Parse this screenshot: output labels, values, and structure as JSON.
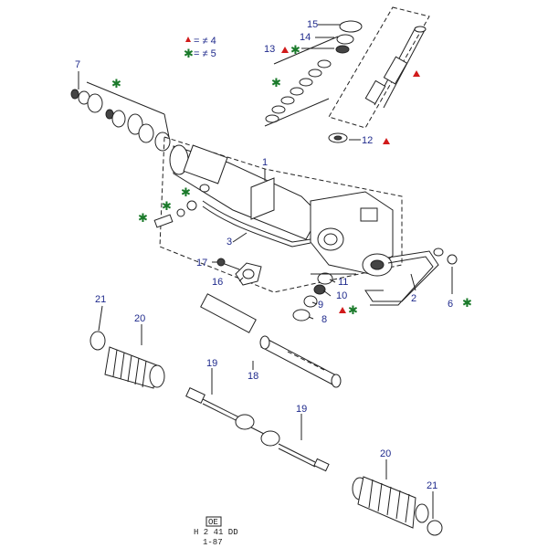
{
  "legend": {
    "triangle_text": "= ≠ 4",
    "star_text": "= ≠ 5",
    "triangle_color": "#d11a1a",
    "star_color": "#1a7a2a"
  },
  "callouts": {
    "c1": "1",
    "c2": "2",
    "c3": "3",
    "c6": "6",
    "c7": "7",
    "c8": "8",
    "c9": "9",
    "c10": "10",
    "c11": "11",
    "c12": "12",
    "c13": "13",
    "c14": "14",
    "c15": "15",
    "c16": "16",
    "c17": "17",
    "c18": "18",
    "c19a": "19",
    "c19b": "19",
    "c20a": "20",
    "c20b": "20",
    "c21a": "21",
    "c21b": "21"
  },
  "code_block": {
    "line1": "OE",
    "line2": "H 2 41 DD",
    "line3": "1-87"
  }
}
